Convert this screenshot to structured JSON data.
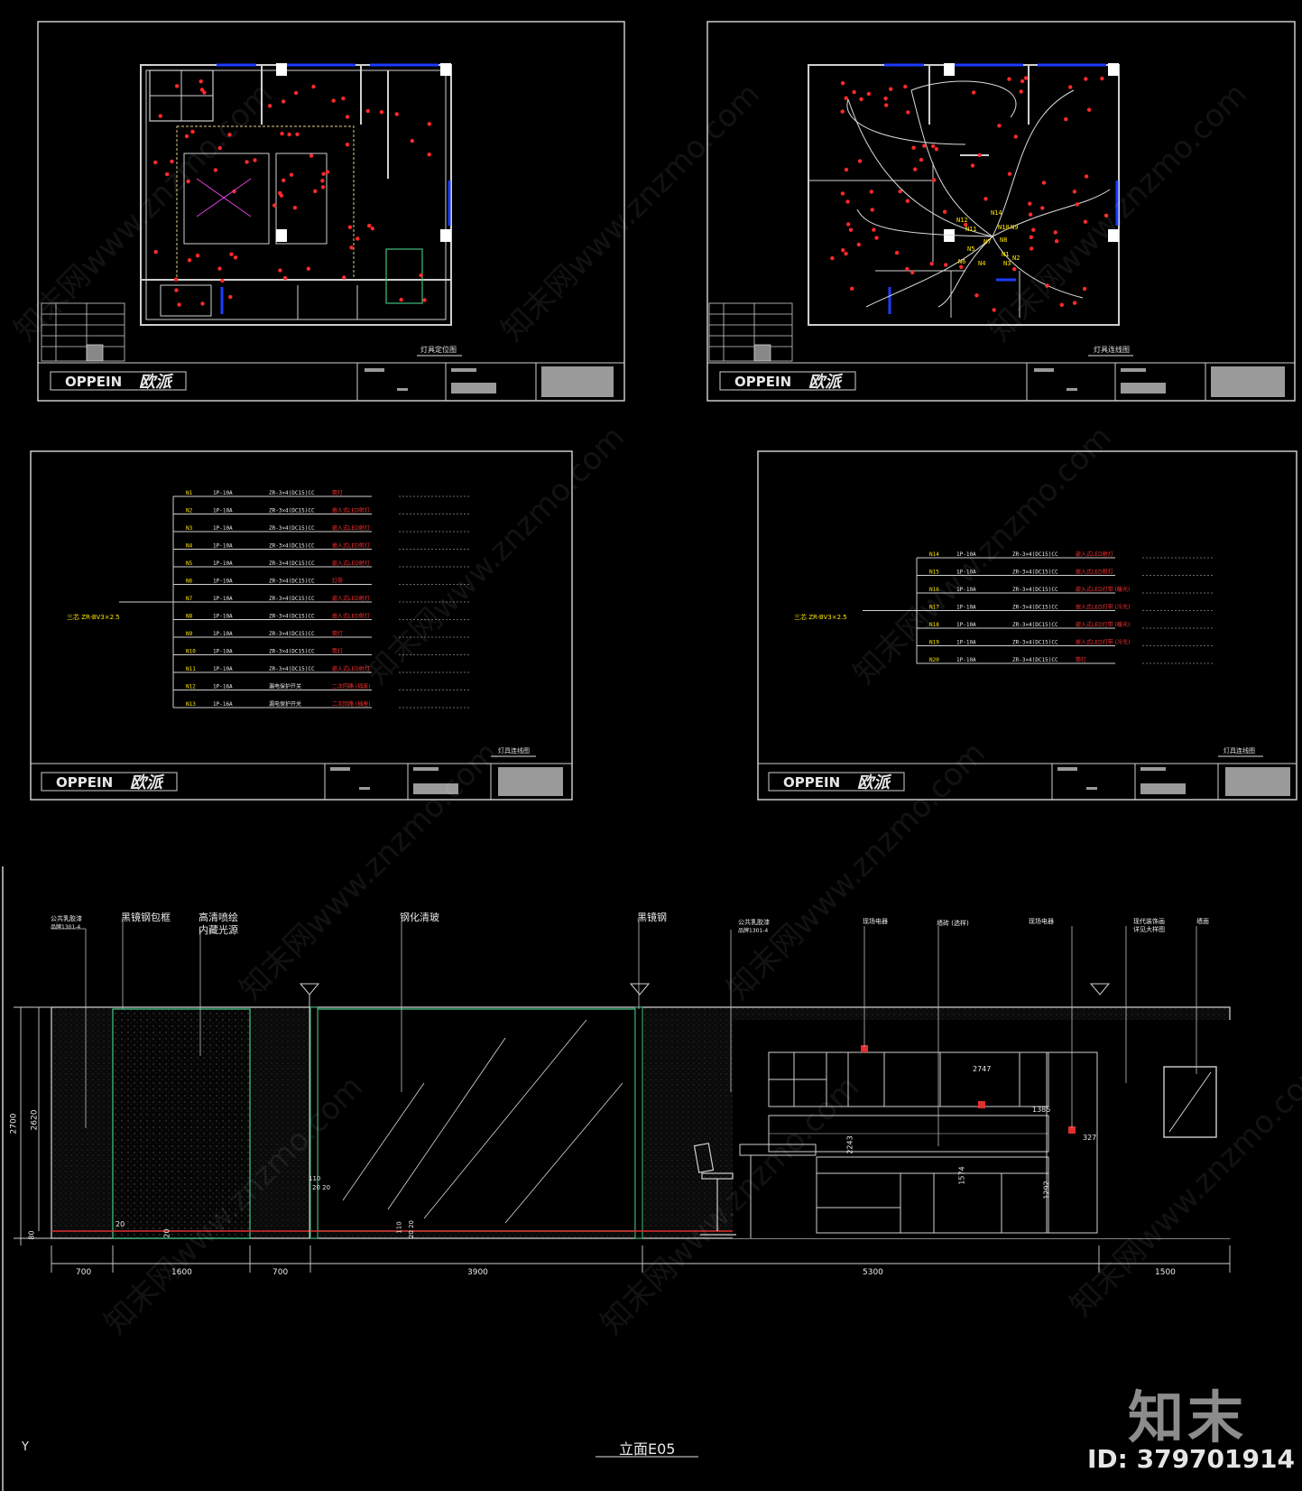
{
  "sheets": {
    "lighting_layout_title": "灯具定位图",
    "lighting_wiring_title": "灯具连线图",
    "circuit_a_title": "灯具连线图",
    "circuit_b_title": "灯具连线图",
    "brand_en": "OPPEIN",
    "brand_cn": "欧派"
  },
  "circuit_a": {
    "main_label": "三芯 ZR-BV3×2.5",
    "rows": [
      {
        "id": "N1",
        "spec": "1P-10A",
        "cable": "ZR-3×4(DC15)CC",
        "note": "筒灯"
      },
      {
        "id": "N2",
        "spec": "1P-10A",
        "cable": "ZR-3×4(DC15)CC",
        "note": "嵌入式LED射灯"
      },
      {
        "id": "N3",
        "spec": "1P-10A",
        "cable": "ZR-3×4(DC15)CC",
        "note": "嵌入式LED射灯"
      },
      {
        "id": "N4",
        "spec": "1P-10A",
        "cable": "ZR-3×4(DC15)CC",
        "note": "嵌入式LED射灯"
      },
      {
        "id": "N5",
        "spec": "1P-10A",
        "cable": "ZR-3×4(DC15)CC",
        "note": "嵌入式LED射灯"
      },
      {
        "id": "N6",
        "spec": "1P-10A",
        "cable": "ZR-3×4(DC15)CC",
        "note": "灯带"
      },
      {
        "id": "N7",
        "spec": "1P-10A",
        "cable": "ZR-3×4(DC15)CC",
        "note": "嵌入式LED射灯"
      },
      {
        "id": "N8",
        "spec": "1P-10A",
        "cable": "ZR-3×4(DC15)CC",
        "note": "嵌入式LED射灯"
      },
      {
        "id": "N9",
        "spec": "1P-10A",
        "cable": "ZR-3×4(DC15)CC",
        "note": "筒灯"
      },
      {
        "id": "N10",
        "spec": "1P-10A",
        "cable": "ZR-3×4(DC15)CC",
        "note": "筒灯"
      },
      {
        "id": "N11",
        "spec": "1P-10A",
        "cable": "ZR-3×4(DC15)CC",
        "note": "嵌入式LED射灯"
      },
      {
        "id": "N12",
        "spec": "1P-16A",
        "cable": "漏电保护开关",
        "note": "二次回路 (插座)"
      },
      {
        "id": "N13",
        "spec": "1P-16A",
        "cable": "漏电保护开关",
        "note": "二次回路 (插座)"
      }
    ]
  },
  "circuit_b": {
    "main_label": "三芯 ZR-BV3×2.5",
    "rows": [
      {
        "id": "N14",
        "spec": "1P-10A",
        "cable": "ZR-3×4(DC15)CC",
        "note": "嵌入式LED射灯"
      },
      {
        "id": "N15",
        "spec": "1P-10A",
        "cable": "ZR-3×4(DC15)CC",
        "note": "嵌入式LED射灯"
      },
      {
        "id": "N16",
        "spec": "1P-10A",
        "cable": "ZR-3×4(DC15)CC",
        "note": "嵌入式LED灯带 (暖光)"
      },
      {
        "id": "N17",
        "spec": "1P-10A",
        "cable": "ZR-3×4(DC15)CC",
        "note": "嵌入式LED灯带 (冷光)"
      },
      {
        "id": "N18",
        "spec": "1P-10A",
        "cable": "ZR-3×4(DC15)CC",
        "note": "嵌入式LED灯带 (暖光)"
      },
      {
        "id": "N19",
        "spec": "1P-10A",
        "cable": "ZR-3×4(DC15)CC",
        "note": "嵌入式LED灯带 (冷光)"
      },
      {
        "id": "N20",
        "spec": "1P-10A",
        "cable": "ZR-3×4(DC15)CC",
        "note": "筒灯"
      }
    ]
  },
  "elevation": {
    "title": "立面E05",
    "callouts": {
      "black_mirror_frame": "黑镜钢包框",
      "hd_print": "高清喷绘",
      "hidden_light": "内藏光源",
      "tempered_glass": "钢化清玻",
      "black_mirror": "黑镜钢",
      "paint_left": "公共乳胶漆",
      "paint_left_code": "品牌1301-4",
      "paint_right": "公共乳胶漆",
      "paint_right_code": "品牌1301-4",
      "cabinet_a": "现场电器",
      "tile": "墙砖 (选样)",
      "cabinet_b": "现场电器",
      "modern_art": "现代装饰画",
      "modern_art_2": "详见大样图",
      "misc": "墙面"
    },
    "dims_bottom": [
      "700",
      "1600",
      "700",
      "3900",
      "5300",
      "1500"
    ],
    "dims_left": [
      "2700",
      "2620",
      "80"
    ],
    "dims_inner": [
      "20",
      "20",
      "20",
      "2747",
      "1385",
      "327",
      "2243",
      "1574",
      "1292",
      "20 20",
      "20 20",
      "110",
      "110"
    ]
  },
  "watermark": {
    "brand": "知末",
    "id": "ID: 379701914",
    "site": "知末网www.znzmo.com",
    "axis": "Y"
  }
}
